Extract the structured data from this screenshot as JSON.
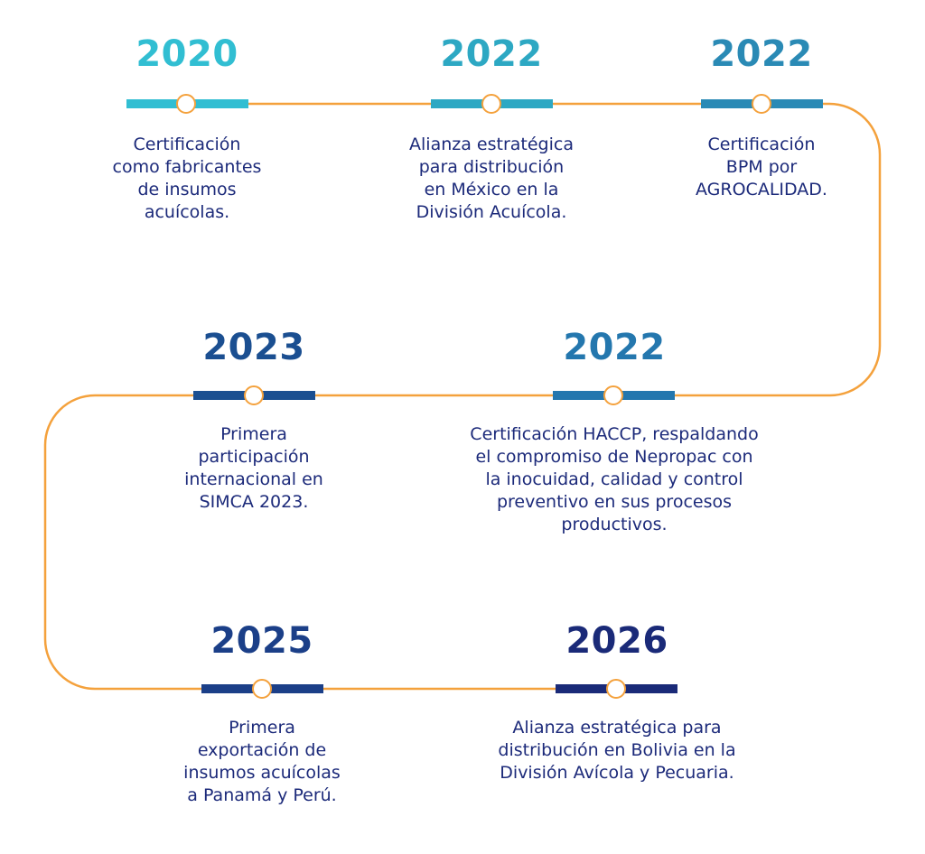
{
  "colors": {
    "path": "#F4A13C",
    "text": "#1C2A7A",
    "node_fill": "#FFFFFF"
  },
  "milestones": [
    {
      "year": "2020",
      "color": "#31BED2",
      "lines": [
        "Certificación",
        "como fabricantes",
        "de insumos",
        "acuícolas."
      ]
    },
    {
      "year": "2022",
      "color": "#2DA8C3",
      "lines": [
        "Alianza estratégica",
        "para distribución",
        "en México en la",
        "División Acuícola."
      ]
    },
    {
      "year": "2022",
      "color": "#2A8AB5",
      "lines": [
        "Certificación",
        "BPM por",
        "AGROCALIDAD."
      ]
    },
    {
      "year": "2023",
      "color": "#1B4F91",
      "lines": [
        "Primera",
        "participación",
        "internacional en",
        "SIMCA 2023."
      ]
    },
    {
      "year": "2022",
      "color": "#2477AE",
      "lines": [
        "Certificación HACCP, respaldando",
        "el compromiso de Nepropac con",
        "la inocuidad, calidad y control",
        "preventivo en sus procesos",
        "productivos."
      ]
    },
    {
      "year": "2025",
      "color": "#1B3F88",
      "lines": [
        "Primera",
        "exportación de",
        "insumos acuícolas",
        "a Panamá y Perú."
      ]
    },
    {
      "year": "2026",
      "color": "#1A2A78",
      "lines": [
        "Alianza estratégica para",
        "distribución en Bolivia en la",
        "División Avícola y Pecuaria."
      ]
    }
  ]
}
